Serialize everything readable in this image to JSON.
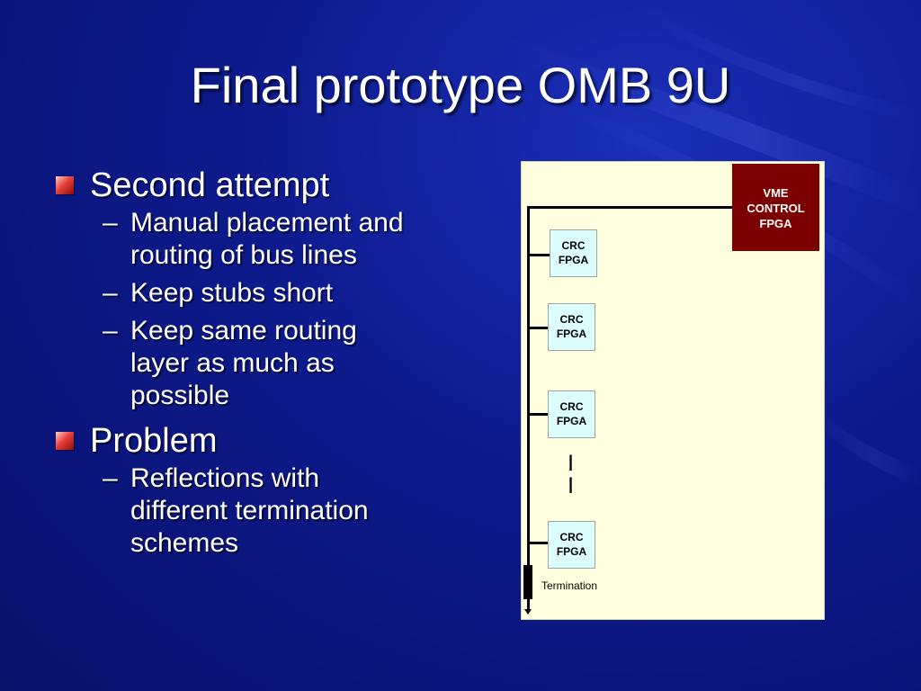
{
  "slide": {
    "title": "Final prototype OMB 9U",
    "bullets": {
      "b1": "Second attempt",
      "b1_sub1": "Manual placement and",
      "b1_sub1_cont": "routing of bus lines",
      "b1_sub2": "Keep stubs short",
      "b1_sub3": "Keep same routing",
      "b1_sub3_cont1": "layer as much as",
      "b1_sub3_cont2": "possible",
      "b2": "Problem",
      "b2_sub1": "Reflections with",
      "b2_sub1_cont1": "different termination",
      "b2_sub1_cont2": "schemes",
      "dash": "–"
    }
  },
  "diagram": {
    "vme": {
      "line1": "VME",
      "line2": "CONTROL",
      "line3": "FPGA"
    },
    "crc": {
      "line1": "CRC",
      "line2": "FPGA"
    },
    "ellipsis1": "|",
    "ellipsis2": "|",
    "termination_label": "Termination"
  },
  "colors": {
    "background": "#0d1a8c",
    "vme_box": "#7d0000",
    "crc_box": "#dcfefe",
    "diagram_bg": "#ffffe0",
    "bullet": "#e8403a"
  }
}
